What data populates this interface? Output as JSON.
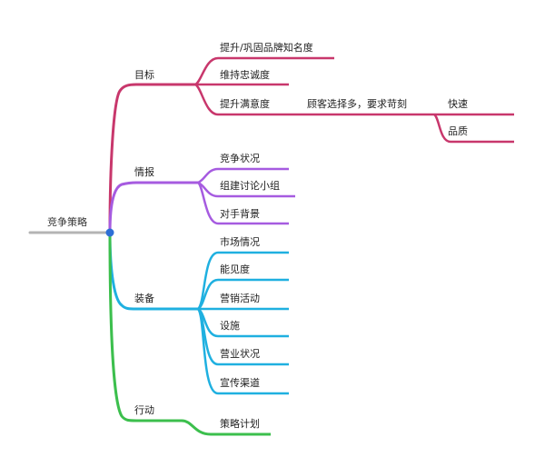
{
  "root": {
    "label": "竞争策略"
  },
  "colors": {
    "root": "#b4b4b4",
    "goal": "#c8376c",
    "intel": "#a65be0",
    "prep": "#1fb0e0",
    "action": "#3cbf4d",
    "center": "#2d6fd6"
  },
  "branches": [
    {
      "key": "goal",
      "label": "目标",
      "children": [
        {
          "label": "提升/巩固品牌知名度"
        },
        {
          "label": "维持忠诚度"
        },
        {
          "label": "提升满意度",
          "note": "顾客选择多，要求苛刻",
          "sub": [
            {
              "label": "快速"
            },
            {
              "label": "品质"
            }
          ]
        }
      ]
    },
    {
      "key": "intel",
      "label": "情报",
      "children": [
        {
          "label": "竞争状况"
        },
        {
          "label": "组建讨论小组"
        },
        {
          "label": "对手背景"
        }
      ]
    },
    {
      "key": "prep",
      "label": "装备",
      "children": [
        {
          "label": "市场情况"
        },
        {
          "label": "能见度"
        },
        {
          "label": "营销活动"
        },
        {
          "label": "设施"
        },
        {
          "label": "营业状况"
        },
        {
          "label": "宣传渠道"
        }
      ]
    },
    {
      "key": "action",
      "label": "行动",
      "children": [
        {
          "label": "策略计划"
        }
      ]
    }
  ]
}
